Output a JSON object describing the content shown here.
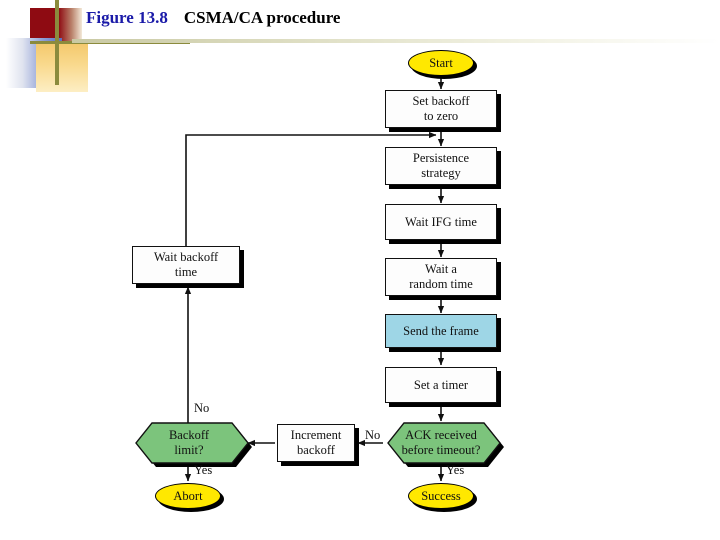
{
  "figure": {
    "number": "Figure 13.8",
    "caption": "CSMA/CA procedure",
    "number_color": "#1a1aa8",
    "caption_color": "#000000"
  },
  "palette": {
    "terminator_fill": "#ffe800",
    "decision_fill": "#7cc47c",
    "highlight_fill": "#9ed6e6",
    "process_fill": "#fdfdfd",
    "outline": "#111111",
    "shadow": "#000000",
    "header_rule": "#c9c9a3",
    "deco_red": "#8e0b12",
    "deco_blue": "#5a6fc0",
    "deco_orange": "#f3c76a",
    "deco_cross": "#8b8b3d"
  },
  "flowchart": {
    "type": "flowchart",
    "title": "CSMA/CA procedure",
    "nodes": [
      {
        "id": "start",
        "label": "Start",
        "shape": "terminator"
      },
      {
        "id": "set_zero",
        "label": "Set backoff\nto zero",
        "shape": "process"
      },
      {
        "id": "persist",
        "label": "Persistence\nstrategy",
        "shape": "process"
      },
      {
        "id": "wait_ifg",
        "label": "Wait IFG time",
        "shape": "process"
      },
      {
        "id": "wait_rand",
        "label": "Wait a\nrandom time",
        "shape": "process"
      },
      {
        "id": "send",
        "label": "Send the frame",
        "shape": "process-highlight"
      },
      {
        "id": "set_timer",
        "label": "Set a timer",
        "shape": "process"
      },
      {
        "id": "ack",
        "label": "ACK received\nbefore timeout?",
        "shape": "decision"
      },
      {
        "id": "success",
        "label": "Success",
        "shape": "terminator"
      },
      {
        "id": "increment",
        "label": "Increment\nbackoff",
        "shape": "process"
      },
      {
        "id": "backoff_lim",
        "label": "Backoff\nlimit?",
        "shape": "decision"
      },
      {
        "id": "abort",
        "label": "Abort",
        "shape": "terminator"
      },
      {
        "id": "wait_back",
        "label": "Wait backoff\ntime",
        "shape": "process"
      }
    ],
    "edges": [
      {
        "from": "start",
        "to": "set_zero",
        "label": ""
      },
      {
        "from": "set_zero",
        "to": "persist",
        "label": ""
      },
      {
        "from": "persist",
        "to": "wait_ifg",
        "label": ""
      },
      {
        "from": "wait_ifg",
        "to": "wait_rand",
        "label": ""
      },
      {
        "from": "wait_rand",
        "to": "send",
        "label": ""
      },
      {
        "from": "send",
        "to": "set_timer",
        "label": ""
      },
      {
        "from": "set_timer",
        "to": "ack",
        "label": ""
      },
      {
        "from": "ack",
        "to": "success",
        "label": "Yes"
      },
      {
        "from": "ack",
        "to": "increment",
        "label": "No"
      },
      {
        "from": "increment",
        "to": "backoff_lim",
        "label": ""
      },
      {
        "from": "backoff_lim",
        "to": "abort",
        "label": "Yes"
      },
      {
        "from": "backoff_lim",
        "to": "wait_back",
        "label": "No"
      },
      {
        "from": "wait_back",
        "to": "persist",
        "label": ""
      }
    ],
    "edge_labels": {
      "ack_no": "No",
      "ack_yes": "Yes",
      "backoff_no": "No",
      "backoff_yes": "Yes"
    }
  }
}
